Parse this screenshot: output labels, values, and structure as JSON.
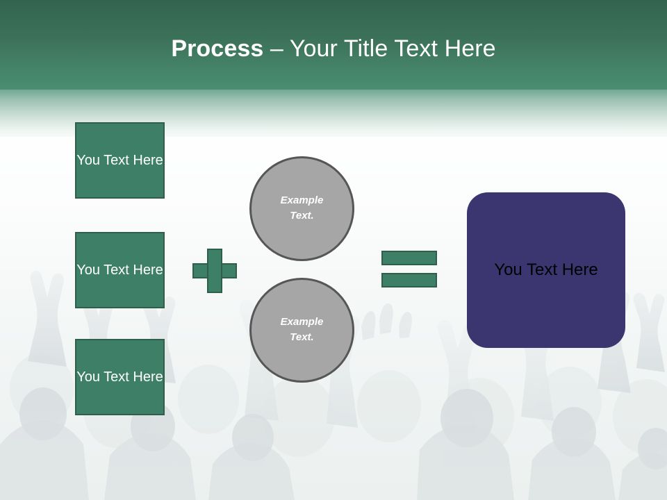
{
  "slide": {
    "title": {
      "emphasis": "Process",
      "rest": " – Your Title Text Here"
    }
  },
  "inputs": {
    "boxes": [
      {
        "label": "You Text Here"
      },
      {
        "label": "You Text Here"
      },
      {
        "label": "You Text Here"
      }
    ]
  },
  "operators": {
    "plus": "+",
    "equals": "="
  },
  "circles": [
    {
      "line1": "Example",
      "line2": "Text."
    },
    {
      "line1": "Example",
      "line2": "Text."
    }
  ],
  "result": {
    "label": "You Text Here"
  },
  "colors": {
    "header_top": "#33634f",
    "header_bottom": "#4a8d72",
    "green_fill": "#3e8067",
    "green_border": "#2f5f4b",
    "circle_fill": "#a6a6a6",
    "circle_border": "#565656",
    "result_fill": "#3b3670",
    "title_text": "#ffffff",
    "result_text": "#000000"
  }
}
